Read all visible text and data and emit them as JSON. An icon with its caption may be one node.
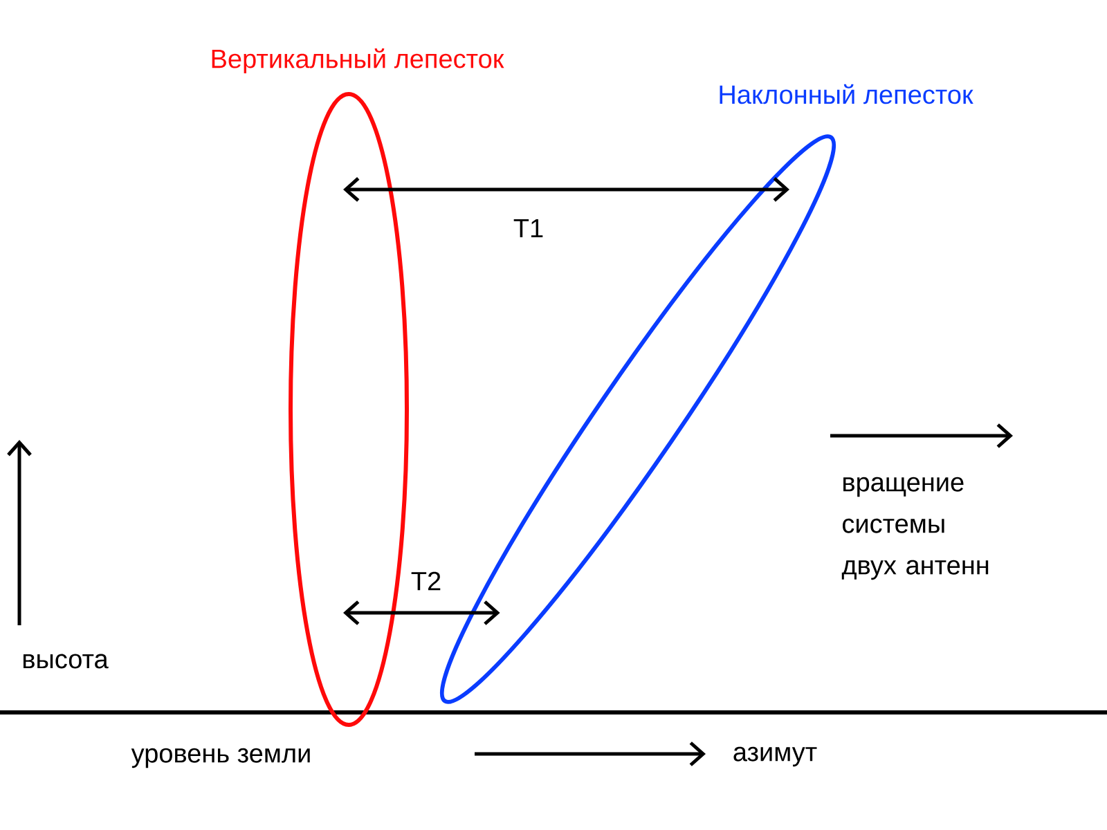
{
  "diagram": {
    "nodes": [
      {
        "text": [
          "Вертикальный лепесток"
        ]
      },
      {
        "text": [
          "Наклонный лепесток"
        ]
      }
    ],
    "edges": [
      {
        "from": 0,
        "to": 1,
        "arrow": "both",
        "label": "T1"
      },
      {
        "from": 0,
        "to": 1,
        "arrow": "both",
        "label": "T2"
      }
    ],
    "labels": [
      "вращение системы двух антенн",
      "высота",
      "уровень земли",
      "азимут"
    ]
  }
}
